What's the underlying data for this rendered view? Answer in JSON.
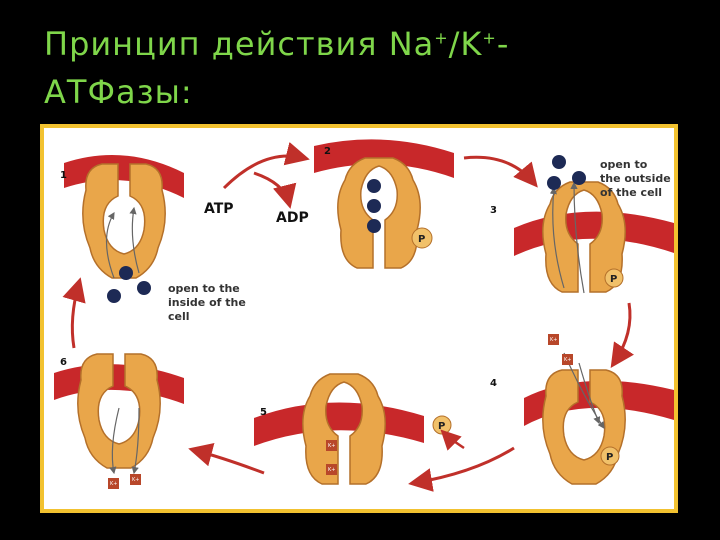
{
  "title": {
    "line1_prefix": "Принцип действия ",
    "formula_na": "Na",
    "charge_na": "+",
    "slash": "/K",
    "charge_k": "+",
    "dash": "-",
    "line2": "АТФазы:"
  },
  "diagram": {
    "steps": [
      "1",
      "2",
      "3",
      "4",
      "5",
      "6"
    ],
    "atp_label": "ATP",
    "adp_label": "ADP",
    "phosphate_label": "P",
    "potassium_label": "K+",
    "inside_note": [
      "open to the",
      "inside of the",
      "cell"
    ],
    "outside_note": [
      "open to",
      "the outside",
      "of the cell"
    ],
    "colors": {
      "membrane": "#c8282a",
      "protein": "#e9a64a",
      "protein_outline": "#b4702a",
      "sodium": "#1d2a55",
      "potassium": "#b8472a",
      "phosphate": "#f1c16a",
      "arrow": "#c0302a",
      "title": "#7fd64a",
      "frame_border": "#f2c230"
    }
  }
}
